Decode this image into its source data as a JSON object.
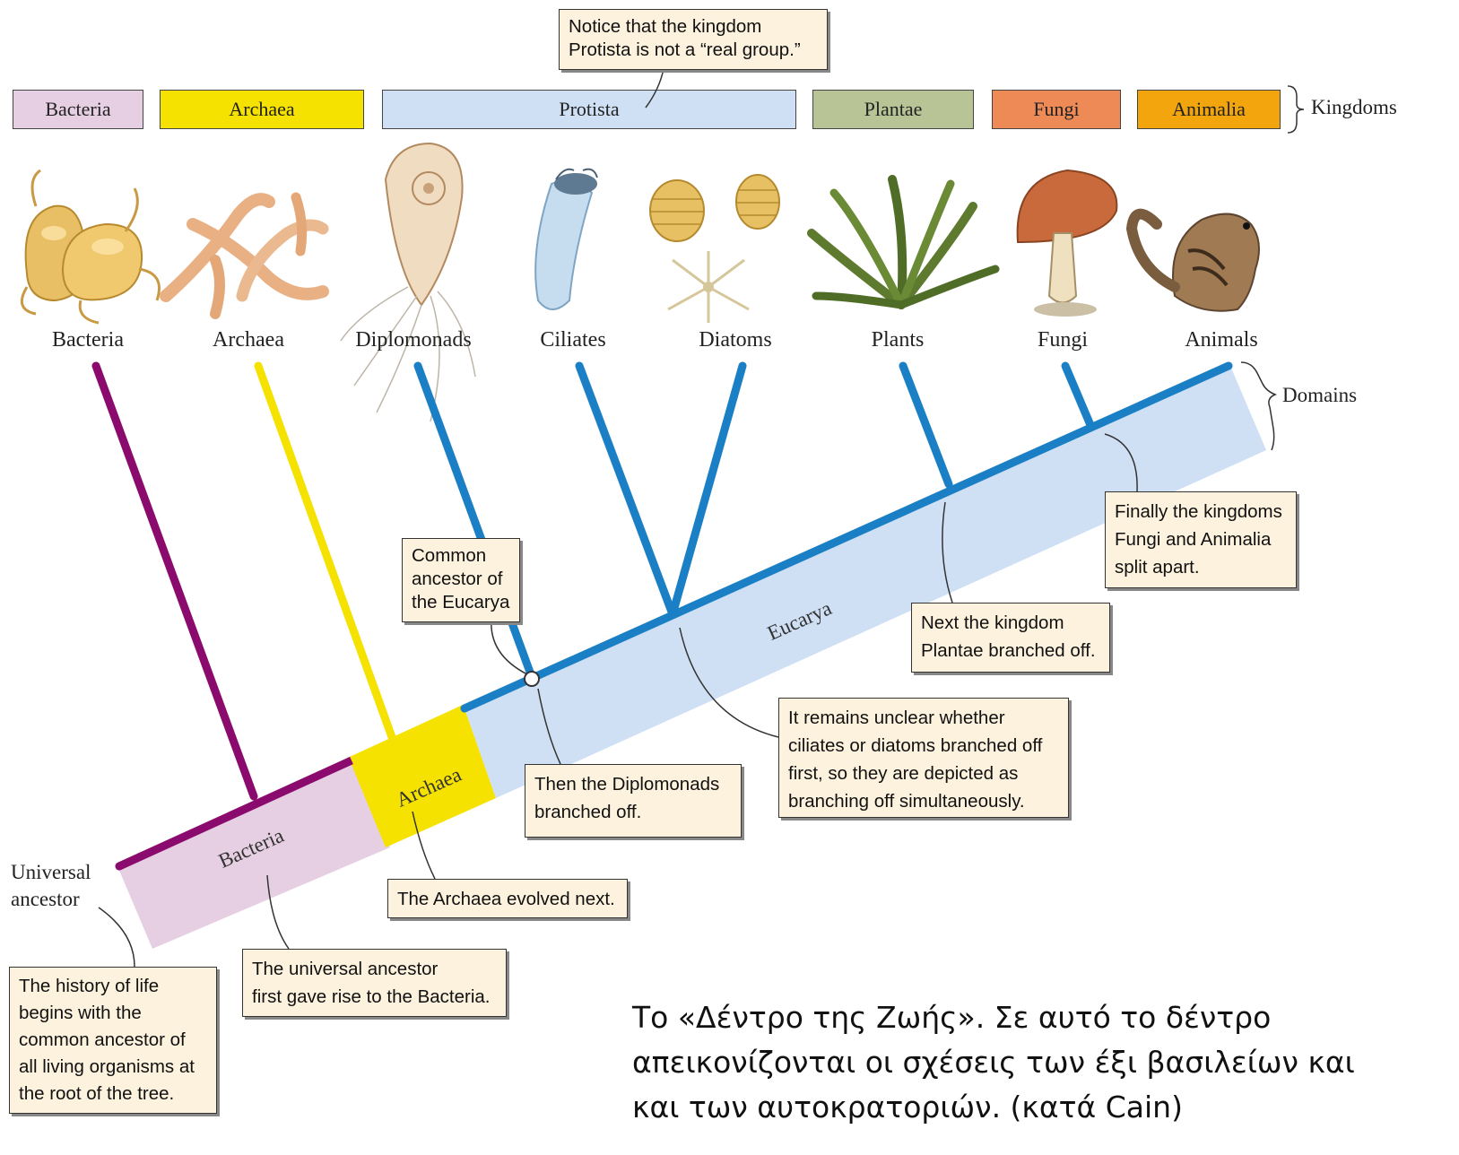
{
  "kingdoms": {
    "items": [
      {
        "label": "Bacteria",
        "color": "#e6cfe2"
      },
      {
        "label": "Archaea",
        "color": "#f5e200"
      },
      {
        "label": "Protista",
        "color": "#cfe0f5"
      },
      {
        "label": "Plantae",
        "color": "#b9c496"
      },
      {
        "label": "Fungi",
        "color": "#ee8a55"
      },
      {
        "label": "Animalia",
        "color": "#f2a50c"
      }
    ],
    "brace_label": "Kingdoms"
  },
  "organisms": [
    "Bacteria",
    "Archaea",
    "Diplomonads",
    "Ciliates",
    "Diatoms",
    "Plants",
    "Fungi",
    "Animals"
  ],
  "domains": {
    "brace_label": "Domains",
    "band_labels": {
      "bacteria": "Bacteria",
      "archaea": "Archaea",
      "eucarya": "Eucarya"
    }
  },
  "root_label": "Universal\nancestor",
  "callouts": {
    "protista": "Notice that the kingdom\nProtista is not a “real group.”",
    "common_ancestor": "Common\nancestor of\nthe Eucarya",
    "history": "The history of life\nbegins with the\ncommon ancestor of\nall living organisms at\nthe root of the tree.",
    "universal": "The universal ancestor\nfirst gave rise to the Bacteria.",
    "archaea_next": "The Archaea evolved next.",
    "diplomonads": "Then the Diplomonads\nbranched off.",
    "unclear": "It remains unclear whether\nciliates or diatoms branched off\nfirst, so they are depicted as\nbranching off simultaneously.",
    "plantae": "Next the kingdom\nPlantae branched off.",
    "finally": "Finally the kingdoms\nFungi and Animalia\nsplit apart."
  },
  "caption": "Το «Δέντρο της Ζωής». Σε αυτό το δέντρο\nαπεικονίζονται οι σχέσεις των έξι βασιλείων και\nκαι των αυτοκρατοριών. (κατά Cain)",
  "colors": {
    "bacteria_branch": "#8b0a6e",
    "archaea_branch": "#f5e200",
    "eucarya_branch": "#1a7fc4",
    "callout_bg": "#fdf2dd"
  }
}
